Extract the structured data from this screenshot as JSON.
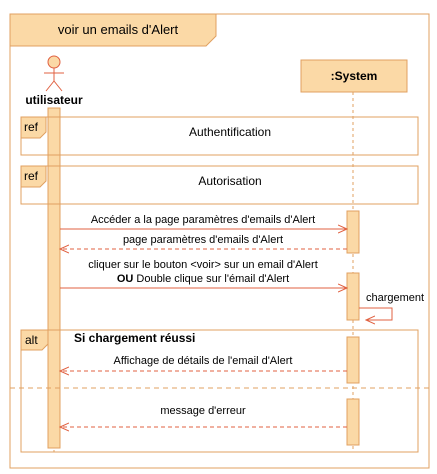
{
  "frame": {
    "title": "voir un emails d'Alert"
  },
  "participants": {
    "actor": "utilisateur",
    "system": ":System"
  },
  "fragments": {
    "ref1": {
      "tag": "ref",
      "text": "Authentification"
    },
    "ref2": {
      "tag": "ref",
      "text": "Autorisation"
    },
    "alt": {
      "tag": "alt",
      "guard": "Si chargement réussi"
    }
  },
  "messages": {
    "m1": "Accéder a la page paramètres d'emails d'Alert",
    "m2": "page paramètres d'emails d'Alert",
    "m3_line1": "cliquer sur le bouton <voir> sur un email d'Alert",
    "m3_or": "OU",
    "m3_line2": " Double clique sur l'émail d'Alert",
    "self": "chargement",
    "m4": "Affichage de détails de l'email d'Alert",
    "m5": "message d'erreur"
  },
  "colors": {
    "fill": "#fbd9a6",
    "stroke": "#e0a060",
    "message": "#e06040"
  }
}
